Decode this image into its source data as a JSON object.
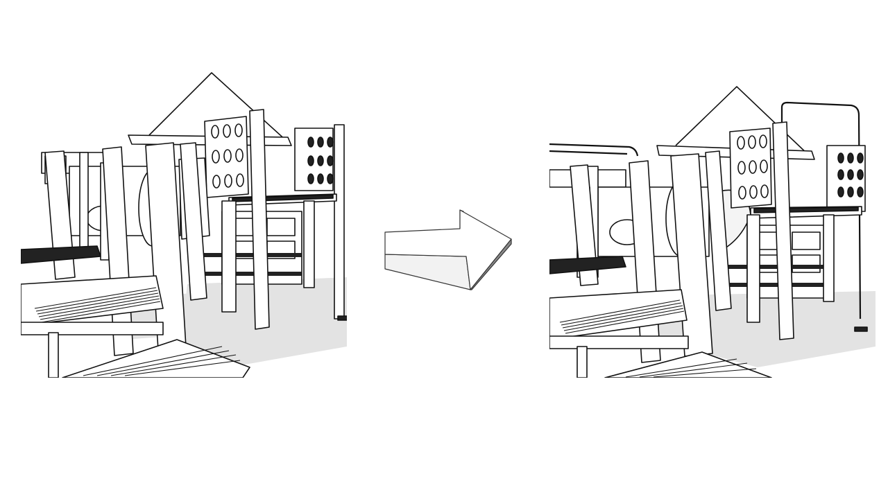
{
  "figure": {
    "panels": [
      {
        "id": "before",
        "icon": "playground-sketch-before"
      },
      {
        "id": "after",
        "icon": "playground-sketch-after"
      }
    ],
    "connector": {
      "icon": "right-arrow-3d"
    },
    "colors": {
      "ink": "#111111",
      "paper": "#ffffff",
      "shadow": "#e2e2e2",
      "arrow_side": "#9a9a9a"
    }
  }
}
